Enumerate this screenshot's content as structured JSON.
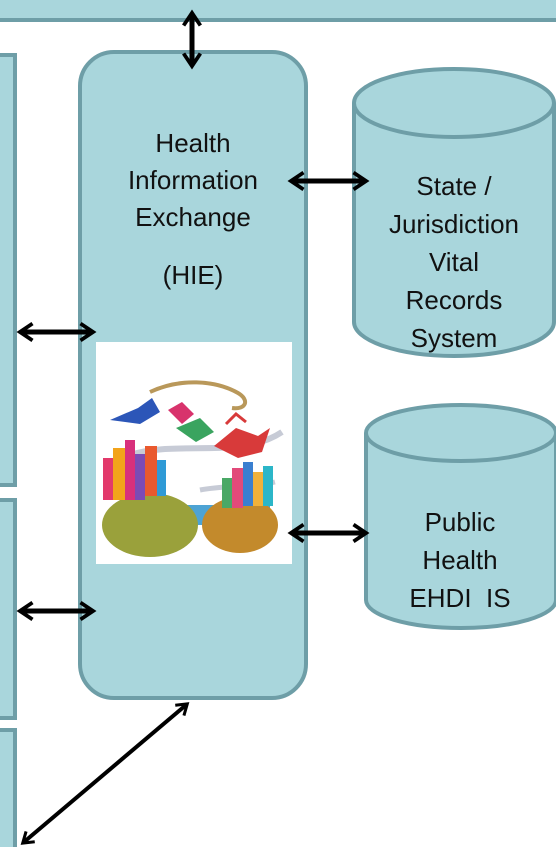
{
  "colors": {
    "fill": "#a9d6dc",
    "stroke": "#6e9ea7",
    "arrow": "#000000",
    "background": "#ffffff"
  },
  "hie": {
    "title_lines": [
      "Health",
      "Information",
      "Exchange"
    ],
    "abbreviation": "(HIE)",
    "image_icon": "colorful-city-illustration-icon"
  },
  "state_db": {
    "lines": [
      "State /",
      "Jurisdiction",
      "Vital",
      "Records",
      "System"
    ]
  },
  "public_db": {
    "lines": [
      "Public",
      "Health",
      "EHDI  IS"
    ]
  }
}
